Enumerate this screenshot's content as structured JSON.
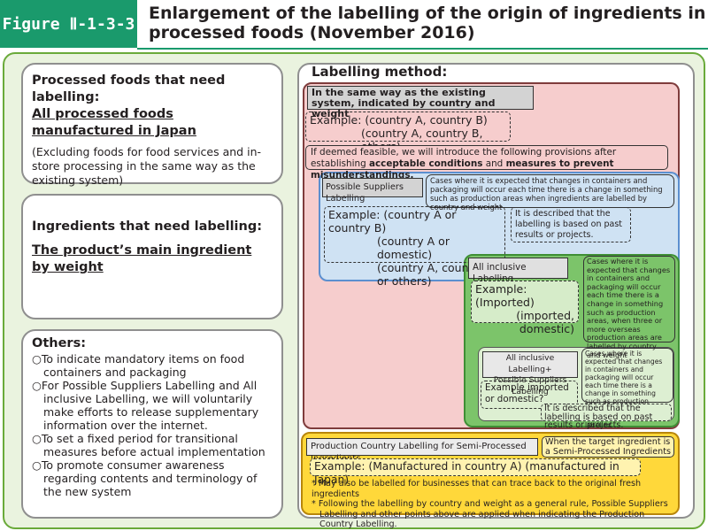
{
  "figure": {
    "label": "Figure Ⅱ-1-3-3",
    "title": "Enlargement of the labelling of the origin of ingredients in processed foods (November 2016)"
  },
  "left": {
    "box1": {
      "heading": "Processed foods that need labelling:",
      "subheading": "All processed foods manufactured in Japan",
      "note": "(Excluding foods for food services and in-store processing in the same way as the existing system)"
    },
    "box2": {
      "heading": "Ingredients that need labelling:",
      "subheading": "The product’s main ingredient by weight"
    },
    "box3": {
      "heading": "Others:",
      "bullets": [
        "○To indicate mandatory items on food containers and packaging",
        "○For Possible Suppliers Labelling and All inclusive Labelling, we will voluntarily make efforts to release supplementary information over the internet.",
        "○To set a fixed period for transitional measures before actual implementation",
        "○To promote consumer awareness regarding contents and terminology of the new system"
      ]
    }
  },
  "method": {
    "title": "Labelling method:",
    "existing": {
      "heading": "In the same way as the existing system, indicated by country and weight",
      "example_line1": "Example: (country A, country B)",
      "example_line2": "(country A, country B, others)",
      "deemed_pre": "If deemed feasible, we will introduce the following provisions after establishing ",
      "deemed_bold1": "acceptable conditions",
      "deemed_mid": " and ",
      "deemed_bold2": "measures to prevent misunderstandings."
    },
    "possible": {
      "label": "Possible Suppliers Labelling",
      "desc": "Cases where it is expected that changes in containers and packaging will occur each time there is a change in something such as production areas when ingredients are labelled by country and weight",
      "example_line1": "Example: (country A or country B)",
      "example_line2": "(country A or domestic)",
      "example_line3": "(country A, country B,",
      "example_line4": "or others)",
      "note": "It is described that the labelling is based on past results or projects."
    },
    "allinclusive": {
      "label": "All inclusive Labelling",
      "example_line1": "Example: (Imported)",
      "example_line2": "(imported,",
      "example_line3": "domestic)",
      "desc": "Cases where it is expected that changes in containers and packaging will occur each time there is a change in something such as production areas, when three or more overseas production areas are labelled by country and weight"
    },
    "combined": {
      "label_line1": "All inclusive Labelling+",
      "label_line2": "Possible Suppliers Labelling",
      "desc": "Cases where it is expected that changes in containers and packaging will occur each time there is a change in something such as production areas, even when \"All inclusive Labelling\" are labelled",
      "example": "Example imported or domestic?",
      "note": "It is described that the labelling is based on past results or projects."
    },
    "semi": {
      "label": "Production Country Labelling for Semi-Processed Ingredients",
      "target": "When the target ingredient is a Semi-Processed Ingredients",
      "example": "Example: (Manufactured in country A) (manufactured in Japan)",
      "note1": "* May also be labelled for businesses that can trace back to the original fresh ingredients",
      "note2": "* Following the labelling by country and weight as a general rule, Possible Suppliers Labelling and other points above are applied when indicating the Production Country Labelling."
    }
  },
  "colors": {
    "accent_green": "#1a9a6c",
    "pink": "#f6cdcd",
    "blue": "#cfe2f3",
    "green": "#7cc46a",
    "yellow": "#ffd83a"
  }
}
